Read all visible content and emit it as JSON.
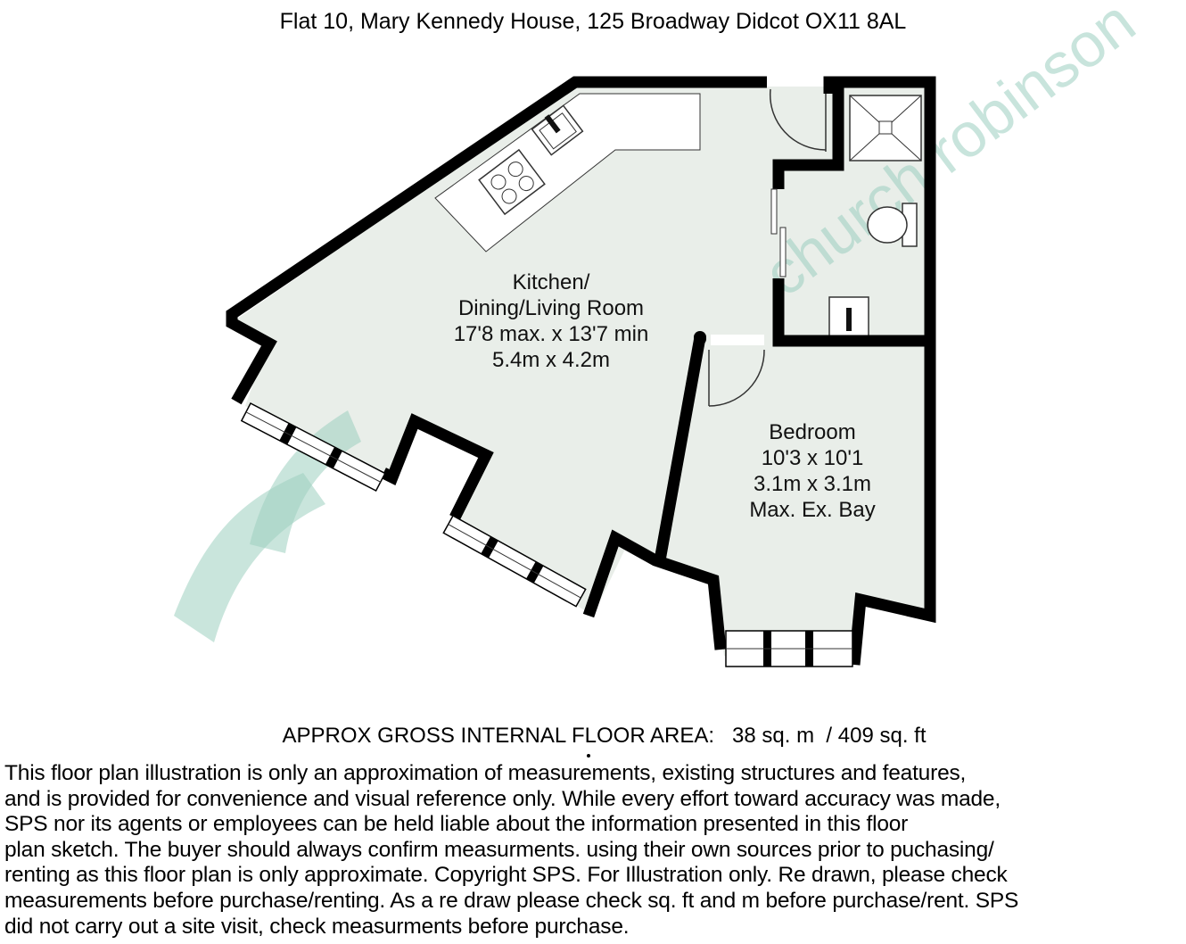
{
  "title": "Flat 10, Mary Kennedy House, 125 Broadway Didcot OX11 8AL",
  "watermark": {
    "text": "church robinson",
    "color": "#9ccfc0"
  },
  "colors": {
    "floor": "#e9eee9",
    "wall": "#000000",
    "fitting": "#ffffff"
  },
  "rooms": {
    "living": {
      "line1": "Kitchen/",
      "line2": "Dining/Living Room",
      "line3": "17'8 max. x 13'7 min",
      "line4": "5.4m x 4.2m"
    },
    "bedroom": {
      "line1": "Bedroom",
      "line2": "10'3 x 10'1",
      "line3": "3.1m x 3.1m",
      "line4": "Max. Ex. Bay"
    }
  },
  "area": "APPROX GROSS INTERNAL FLOOR AREA:   38 sq. m  / 409 sq. ft",
  "disclaimer": [
    " This floor plan illustration is only an approximation of measurements, existing structures and features,",
    "and is provided for convenience and visual reference only. While every effort toward accuracy was made,",
    "SPS nor its agents or employees can be held liable about the information presented in this floor",
    "plan sketch. The buyer should always confirm measurments. using their own sources prior to puchasing/",
    "renting as this floor plan is only approximate. Copyright SPS. For Illustration only. Re drawn, please check",
    "measurements before purchase/renting. As a re draw please check sq. ft and m before purchase/rent. SPS",
    "did not carry out a site visit, check measurments before purchase."
  ]
}
